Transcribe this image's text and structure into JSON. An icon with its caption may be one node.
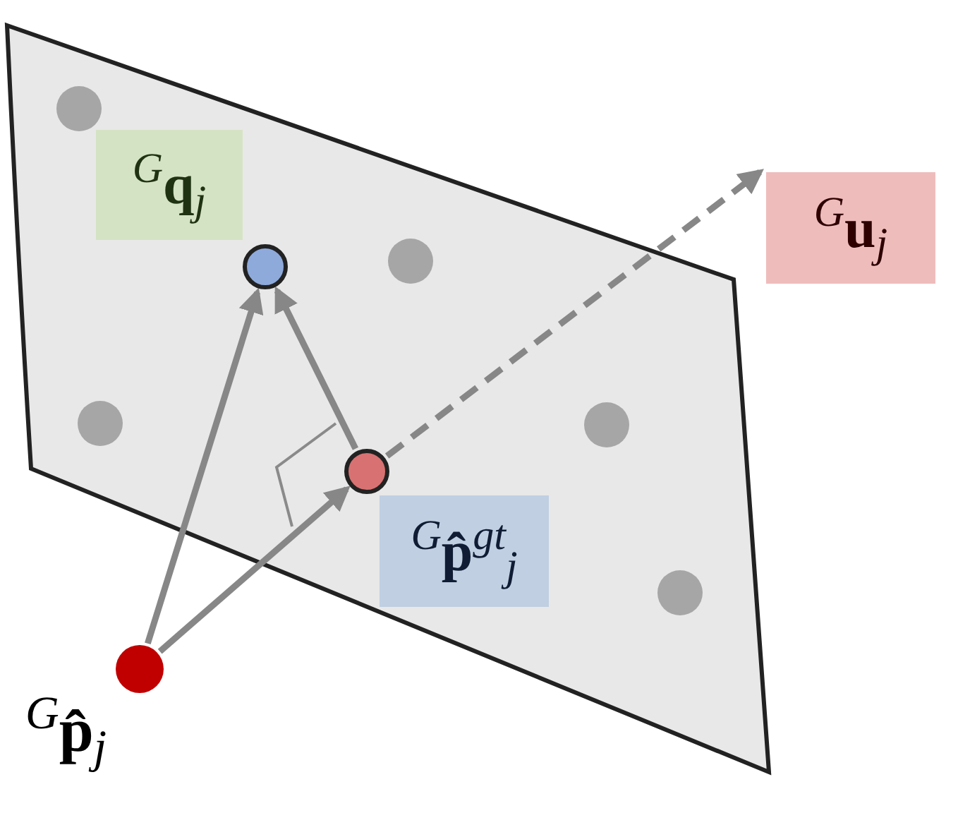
{
  "diagram": {
    "nodes": [
      {
        "text": [
          "$^{G}$**q**$_{j}$"
        ]
      },
      {
        "text": [],
        "shape": "circle"
      },
      {
        "text": [
          "$^{G}$**u**$_{j}$"
        ]
      },
      {
        "text": [],
        "shape": "circle"
      },
      {
        "text": [
          "$^{G}$**p̂**$^{gt}$$_{j}$"
        ]
      },
      {
        "text": [],
        "shape": "circle",
        "beside": [
          "$^{G}$**p̂**$_{j}$"
        ]
      }
    ],
    "edges": [
      {
        "from": 5,
        "to": 1,
        "arrow": "to"
      },
      {
        "from": 5,
        "to": 3,
        "arrow": "to"
      },
      {
        "from": 3,
        "to": 1,
        "arrow": "to"
      },
      {
        "from": 3,
        "to": 2,
        "arrow": "to",
        "style": "dashed"
      }
    ]
  }
}
